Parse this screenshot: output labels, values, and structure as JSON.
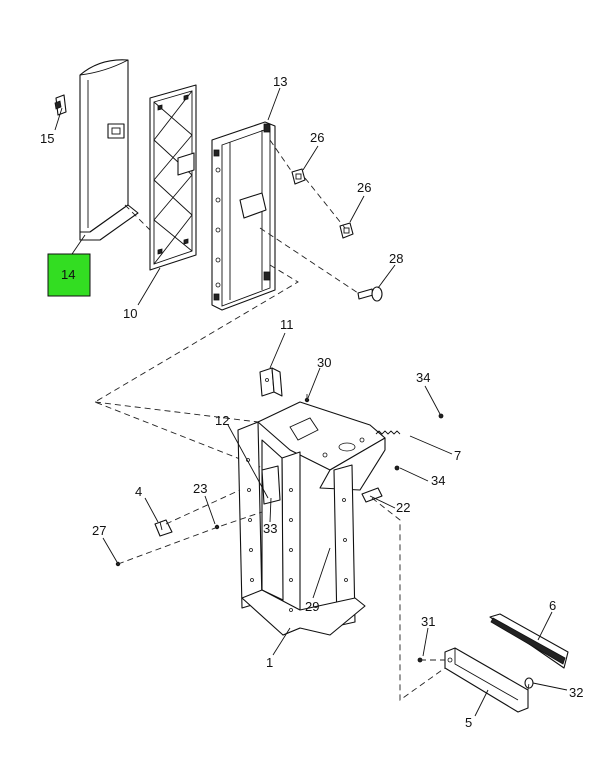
{
  "diagram": {
    "highlighted_callout": "14",
    "highlight_color": "#33dd22",
    "callouts": {
      "c1": "1",
      "c4": "4",
      "c5": "5",
      "c6": "6",
      "c7": "7",
      "c10": "10",
      "c11": "11",
      "c12": "12",
      "c13": "13",
      "c14": "14",
      "c15": "15",
      "c22": "22",
      "c23": "23",
      "c26a": "26",
      "c26b": "26",
      "c27": "27",
      "c28": "28",
      "c29": "29",
      "c30": "30",
      "c31": "31",
      "c32": "32",
      "c33": "33",
      "c34a": "34",
      "c34b": "34"
    }
  }
}
